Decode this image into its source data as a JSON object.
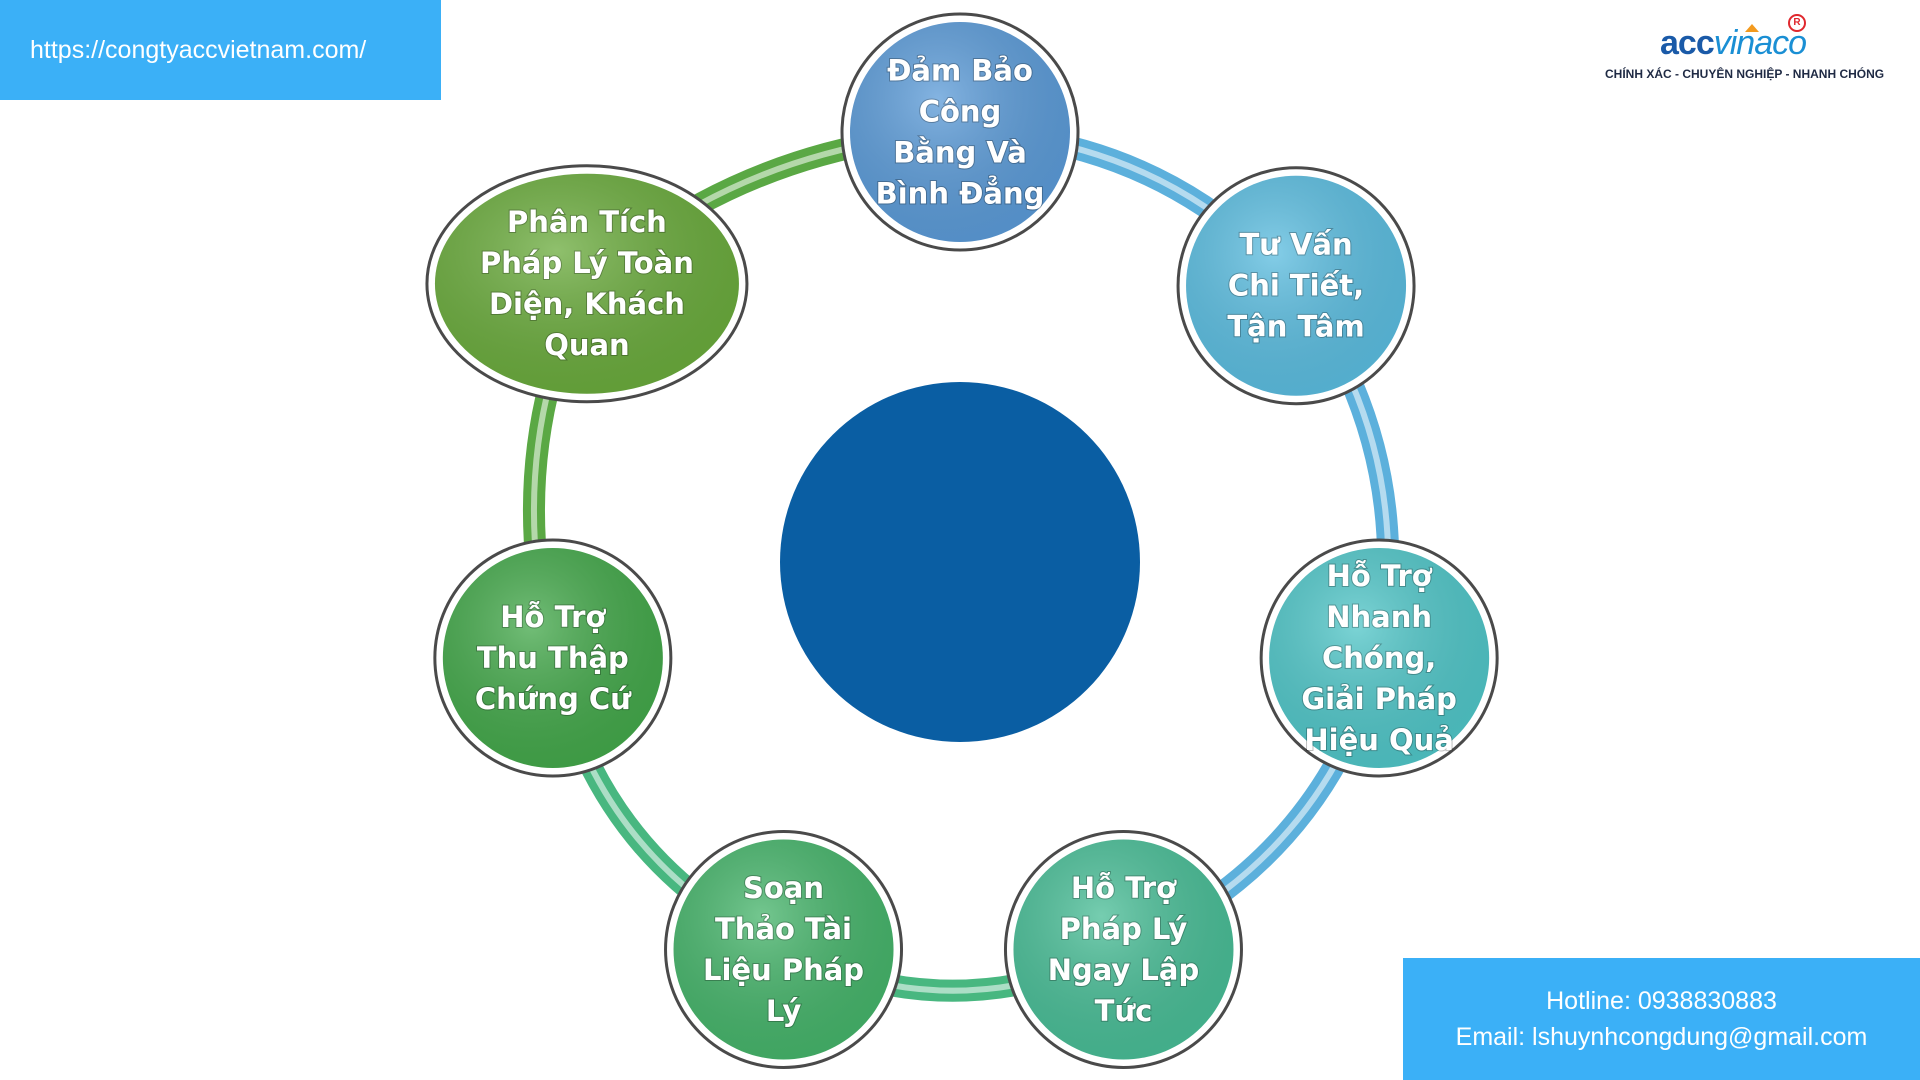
{
  "header": {
    "url": "https://congtyaccvietnam.com/"
  },
  "logo": {
    "brand_part1": "acc",
    "brand_part2": "vinaco",
    "registered": "R",
    "tagline": "CHÍNH XÁC - CHUYÊN NGHIỆP - NHANH CHÓNG"
  },
  "contact": {
    "hotline": "Hotline: 0938830883",
    "email": "Email: lshuynhcongdung@gmail.com"
  },
  "diagram": {
    "center_color": "#0a5ea3",
    "nodes": [
      {
        "lines": [
          "Đảm Bảo",
          "Công",
          "Bằng Và",
          "Bình Đẳng"
        ],
        "color": "#5b9bd8"
      },
      {
        "lines": [
          "Tư Vấn",
          "Chi Tiết,",
          "Tận Tâm"
        ],
        "color": "#5bbde0"
      },
      {
        "lines": [
          "Hỗ Trợ",
          "Nhanh",
          "Chóng,",
          "Giải Pháp",
          "Hiệu Quả"
        ],
        "color": "#50c6c8"
      },
      {
        "lines": [
          "Hỗ Trợ",
          "Pháp Lý",
          "Ngay Lập",
          "Tức"
        ],
        "color": "#48bd96"
      },
      {
        "lines": [
          "Soạn",
          "Thảo Tài",
          "Liệu Pháp",
          "Lý"
        ],
        "color": "#45b46a"
      },
      {
        "lines": [
          "Hỗ Trợ",
          "Thu Thập",
          "Chứng Cứ"
        ],
        "color": "#43a84a"
      },
      {
        "lines": [
          "Phân Tích",
          "Pháp Lý Toàn",
          "Diện, Khách",
          "Quan"
        ],
        "color": "#6aab3c"
      }
    ]
  }
}
